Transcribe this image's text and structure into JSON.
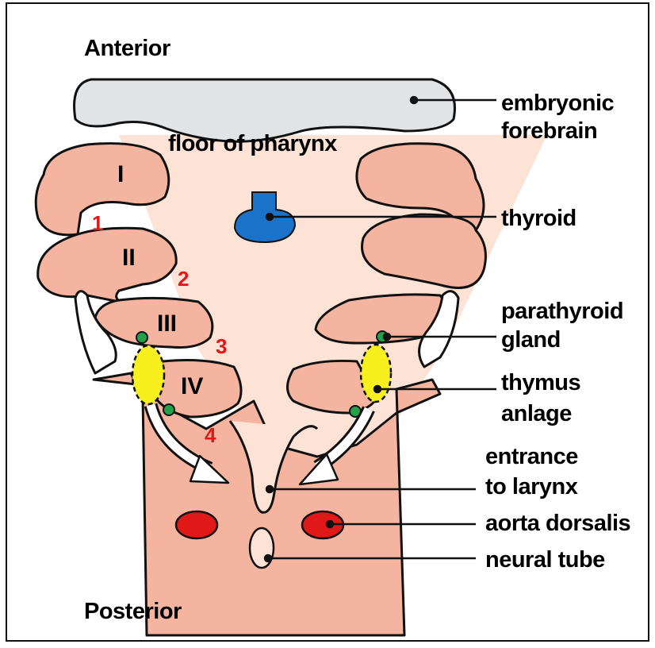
{
  "orientation": {
    "anterior": "Anterior",
    "posterior": "Posterior"
  },
  "center_label": "floor of pharynx",
  "arches": [
    "I",
    "II",
    "III",
    "IV"
  ],
  "clefts": [
    "1",
    "2",
    "3",
    "4"
  ],
  "callouts": {
    "forebrain": [
      "embryonic",
      "forebrain"
    ],
    "thyroid": "thyroid",
    "parathyroid": [
      "parathyroid",
      "gland"
    ],
    "thymus": [
      "thymus",
      "anlage"
    ],
    "larynx": [
      "entrance",
      "to larynx"
    ],
    "aorta": "aorta dorsalis",
    "neural_tube": "neural tube"
  },
  "colors": {
    "tissue": "#f4b4a0",
    "pharynx_floor": "#fde2d6",
    "forebrain": "#e2e3e5",
    "thyroid": "#1a73c8",
    "parathyroid": "#22a04a",
    "thymus": "#f8ef1e",
    "aorta": "#e01818",
    "cleft_numbers": "#e01818"
  }
}
